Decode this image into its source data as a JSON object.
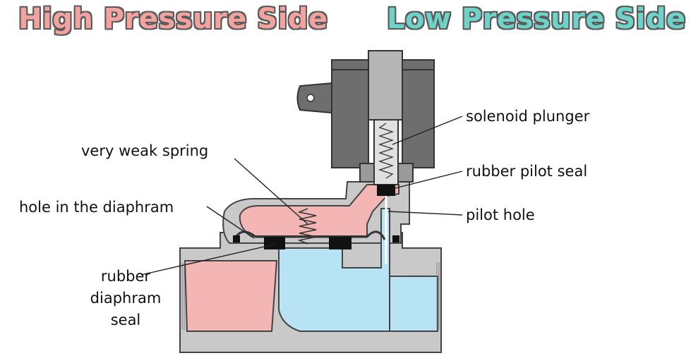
{
  "headers": {
    "high": "High Pressure Side",
    "low": "Low Pressure Side"
  },
  "labels": {
    "solenoid_plunger": "solenoid plunger",
    "very_weak_spring": "very weak spring",
    "rubber_pilot_seal": "rubber pilot seal",
    "hole_in_diaphram": "hole in the diaphram",
    "pilot_hole": "pilot hole",
    "rubber_diaphram_seal_1": "rubber",
    "rubber_diaphram_seal_2": "diaphram",
    "rubber_diaphram_seal_3": "seal"
  },
  "colors": {
    "high_pressure": "#f4b6b4",
    "low_pressure": "#b7e3f4",
    "body_gray": "#c9c9c9",
    "coil_gray": "#6e6e6e",
    "outline": "#444444"
  }
}
